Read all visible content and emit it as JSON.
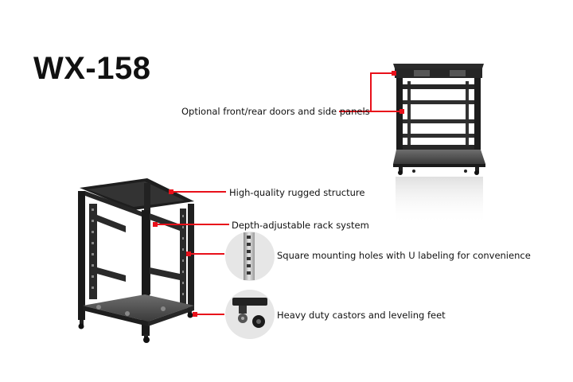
{
  "product": {
    "model": "WX-158"
  },
  "features": {
    "doors_panels": "Optional front/rear doors and side panels",
    "structure": "High-quality rugged structure",
    "rack_system": "Depth-adjustable rack system",
    "mounting_holes": "Square mounting holes with U labeling for convenience",
    "castors": "Heavy duty castors and leveling feet"
  },
  "colors": {
    "accent_red": "#e8101a",
    "frame_black": "#1c1c1c"
  },
  "icons": [
    "open-rack-icon",
    "enclosed-cabinet-icon",
    "rail-closeup-icon",
    "castor-closeup-icon"
  ]
}
